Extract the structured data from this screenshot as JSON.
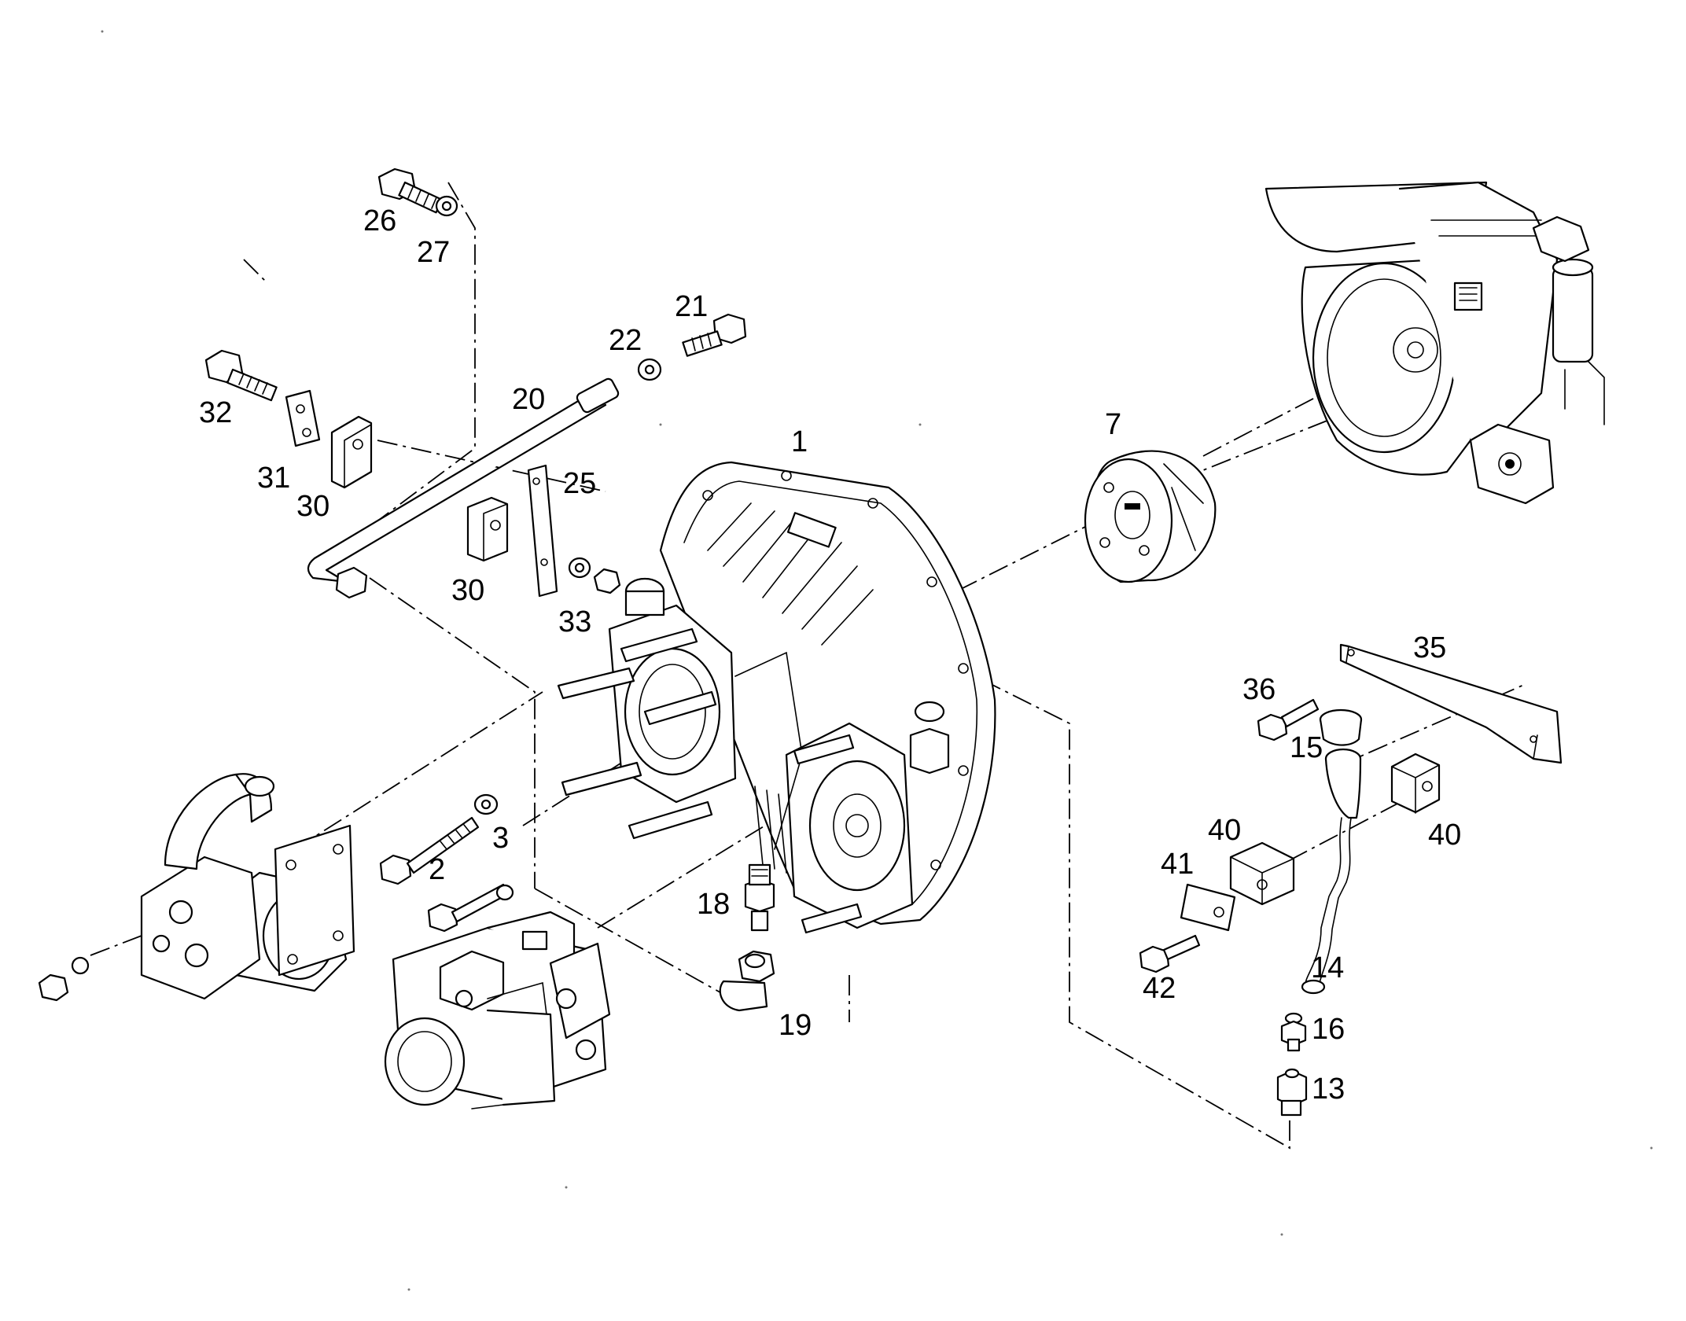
{
  "labels": {
    "p1": "1",
    "p2": "2",
    "p3": "3",
    "p7": "7",
    "p13": "13",
    "p14": "14",
    "p15": "15",
    "p16": "16",
    "p18": "18",
    "p19": "19",
    "p20": "20",
    "p21": "21",
    "p22": "22",
    "p25": "25",
    "p26": "26",
    "p27": "27",
    "p30a": "30",
    "p30b": "30",
    "p31": "31",
    "p32": "32",
    "p33": "33",
    "p35": "35",
    "p36": "36",
    "p40a": "40",
    "p40b": "40",
    "p41": "41",
    "p42": "42"
  },
  "colors": {
    "line": "#000000",
    "background": "#ffffff"
  }
}
